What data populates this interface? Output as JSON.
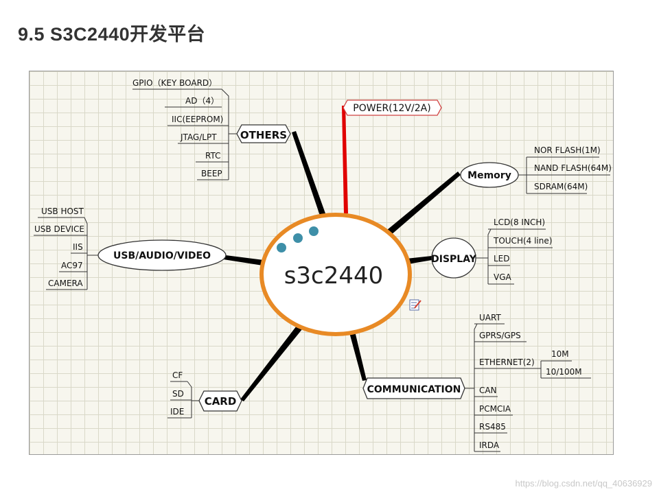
{
  "title": "9.5 S3C2440开发平台",
  "center": "s3c2440",
  "power": "POWER(12V/2A)",
  "others": {
    "label": "OTHERS",
    "items": [
      "GPIO（KEY BOARD）",
      "AD（4）",
      "IIC(EEPROM)",
      "JTAG/LPT",
      "RTC",
      "BEEP"
    ]
  },
  "usb": {
    "label": "USB/AUDIO/VIDEO",
    "items": [
      "USB HOST",
      "USB DEVICE",
      "IIS",
      "AC97",
      "CAMERA"
    ]
  },
  "card": {
    "label": "CARD",
    "items": [
      "CF",
      "SD",
      "IDE"
    ]
  },
  "memory": {
    "label": "Memory",
    "items": [
      "NOR FLASH(1M)",
      "NAND FLASH(64M)",
      "SDRAM(64M)"
    ]
  },
  "display": {
    "label": "DISPLAY",
    "items": [
      "LCD(8 INCH)",
      "TOUCH(4 line)",
      "LED",
      "VGA"
    ]
  },
  "communication": {
    "label": "COMMUNICATION",
    "items": [
      "UART",
      "GPRS/GPS",
      "ETHERNET(2)",
      "CAN",
      "PCMCIA",
      "RS485",
      "IRDA"
    ],
    "ethernet_sub": [
      "10M",
      "10/100M"
    ]
  },
  "colors": {
    "center_border": "#e88a25",
    "power_line": "#e00000",
    "branch": "#000000",
    "dots": "#3e8fa8"
  },
  "watermark": "https://blog.csdn.net/qq_40636929"
}
